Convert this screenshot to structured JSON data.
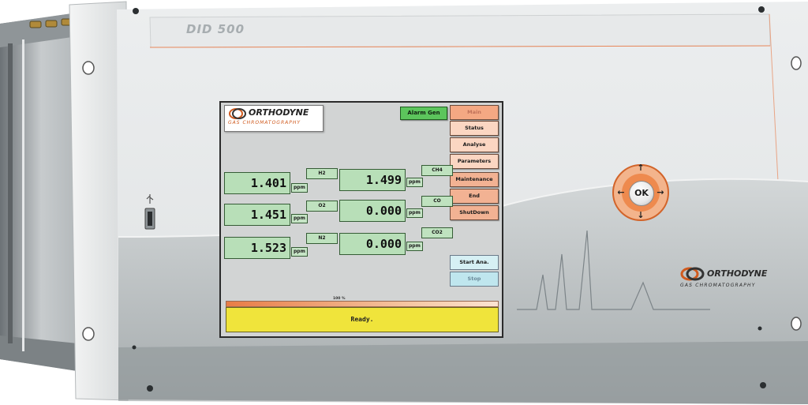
{
  "device": {
    "model": "DID 500",
    "brand": "ORTHODYNE",
    "brand_tagline": "GAS CHROMATOGRAPHY"
  },
  "screen": {
    "logo_brand": "ORTHODYNE",
    "logo_tagline": "GAS CHROMATOGRAPHY",
    "alarm_label": "Alarm Gen",
    "menu": [
      {
        "label": "Main"
      },
      {
        "label": "Status"
      },
      {
        "label": "Analyse"
      },
      {
        "label": "Parameters"
      },
      {
        "label": "Maintenance"
      },
      {
        "label": "End"
      },
      {
        "label": "ShutDown"
      }
    ],
    "actions": {
      "start_label": "Start Ana.",
      "stop_label": "Stop"
    },
    "readings": [
      {
        "value": "1.401",
        "unit": "ppm",
        "gas": "H2"
      },
      {
        "value": "1.499",
        "unit": "ppm",
        "gas": "CH4"
      },
      {
        "value": "1.451",
        "unit": "ppm",
        "gas": "O2"
      },
      {
        "value": "0.000",
        "unit": "ppm",
        "gas": "CO"
      },
      {
        "value": "1.523",
        "unit": "ppm",
        "gas": "N2"
      },
      {
        "value": "0.000",
        "unit": "ppm",
        "gas": "CO2"
      }
    ],
    "progress_label": "100 %",
    "progress_fraction": 1.0,
    "status_text": "Ready."
  },
  "keypad": {
    "ok_label": "OK",
    "up_icon": "arrow-up-icon",
    "down_icon": "arrow-down-icon",
    "left_icon": "arrow-left-icon",
    "right_icon": "arrow-right-icon"
  },
  "colors": {
    "accent": "#e8742f",
    "value_box": "#b8dfb8",
    "status_bar": "#f0e43b",
    "menu_button": "#fbd6c2"
  }
}
